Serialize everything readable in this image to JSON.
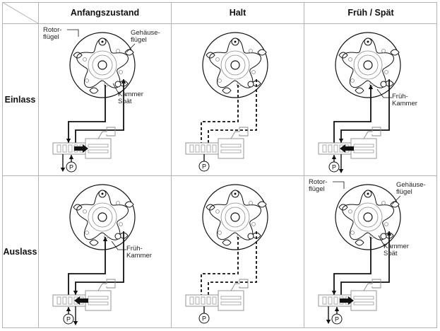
{
  "table": {
    "corner": "",
    "columns": [
      "Anfangszustand",
      "Halt",
      "Früh / Spät"
    ],
    "rows": [
      "Einlass",
      "Auslass"
    ]
  },
  "cells": {
    "einlass_anfang": {
      "labels": {
        "rotor": "Rotor-\nflügel",
        "gehaeuse": "Gehäuse-\nflügel",
        "kammer": "Kammer\nSpät"
      },
      "line_style": "solid",
      "spool_arrow": "right",
      "pump": "P"
    },
    "einlass_halt": {
      "line_style": "dashed",
      "pump": "P"
    },
    "einlass_frueh": {
      "labels": {
        "kammer": "Früh-\nKammer"
      },
      "line_style": "solid",
      "spool_arrow": "left",
      "pump": "P"
    },
    "auslass_anfang": {
      "labels": {
        "kammer": "Früh-\nKammer"
      },
      "line_style": "solid",
      "spool_arrow": "left",
      "pump": "P"
    },
    "auslass_halt": {
      "line_style": "dashed",
      "pump": "P"
    },
    "auslass_frueh": {
      "labels": {
        "rotor": "Rotor-\nflügel",
        "gehaeuse": "Gehäuse-\nflügel",
        "kammer": "Kammer\nSpät"
      },
      "line_style": "solid",
      "spool_arrow": "right",
      "pump": "P"
    }
  },
  "colors": {
    "grid": "#b4b4b4",
    "ink": "#111111",
    "part": "#8a8a8a"
  }
}
